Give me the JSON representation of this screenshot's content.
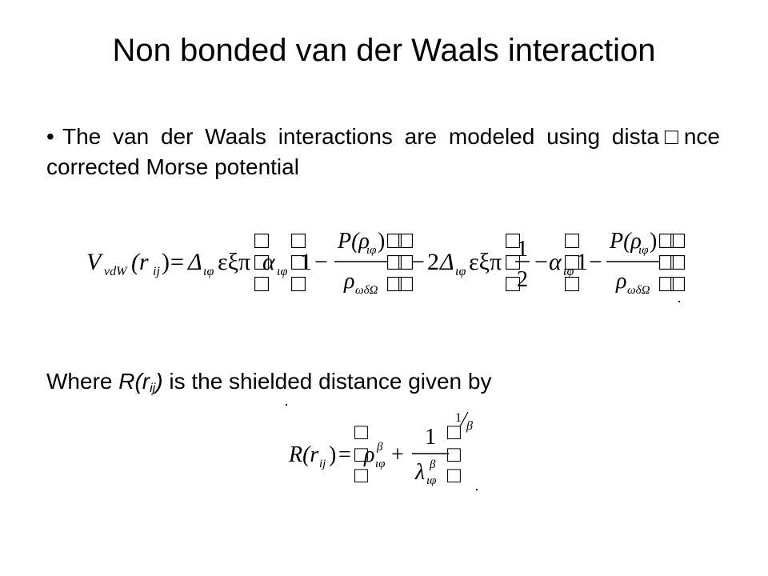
{
  "title": "Non bonded van der Waals interaction",
  "bullet": {
    "marker": "•",
    "text": "The van der Waals interactions are modeled using dista□nce corrected Morse potential"
  },
  "where": {
    "prefix": "Where ",
    "func": "R(r",
    "sub": "ij",
    "close": ")",
    "suffix": " is the shielded distance given by"
  },
  "eq1": {
    "lhs_v": "V",
    "lhs_sub": "vdW",
    "lhs_arg": "(r",
    "lhs_arg_sub": "ij",
    "lhs_close": ")",
    "equals": "=",
    "delta": "Δ",
    "delta_sub": "ιφ",
    "greek": "εξπ",
    "box": "□",
    "alpha": "α",
    "alpha_sub": "ιφ",
    "one": "1",
    "minus": "−",
    "num_p": "P(ρ",
    "num_p_sub": "ιφ",
    "num_close": ")",
    "den_rho": "ρ",
    "den_sub": "ωδΩ",
    "two": "2",
    "half_num": "1",
    "half_den": "2"
  },
  "eq2": {
    "lhs": "R(r",
    "lhs_sub": "ij",
    "lhs_close": ")",
    "equals": "=",
    "box": "□",
    "rho": "ρ",
    "rho_sub": "ιφ",
    "beta": "β",
    "plus": "+",
    "frac_num": "1",
    "lambda": "λ",
    "lambda_sub": "ιφ",
    "exp_num": "1",
    "exp_den": "β"
  }
}
